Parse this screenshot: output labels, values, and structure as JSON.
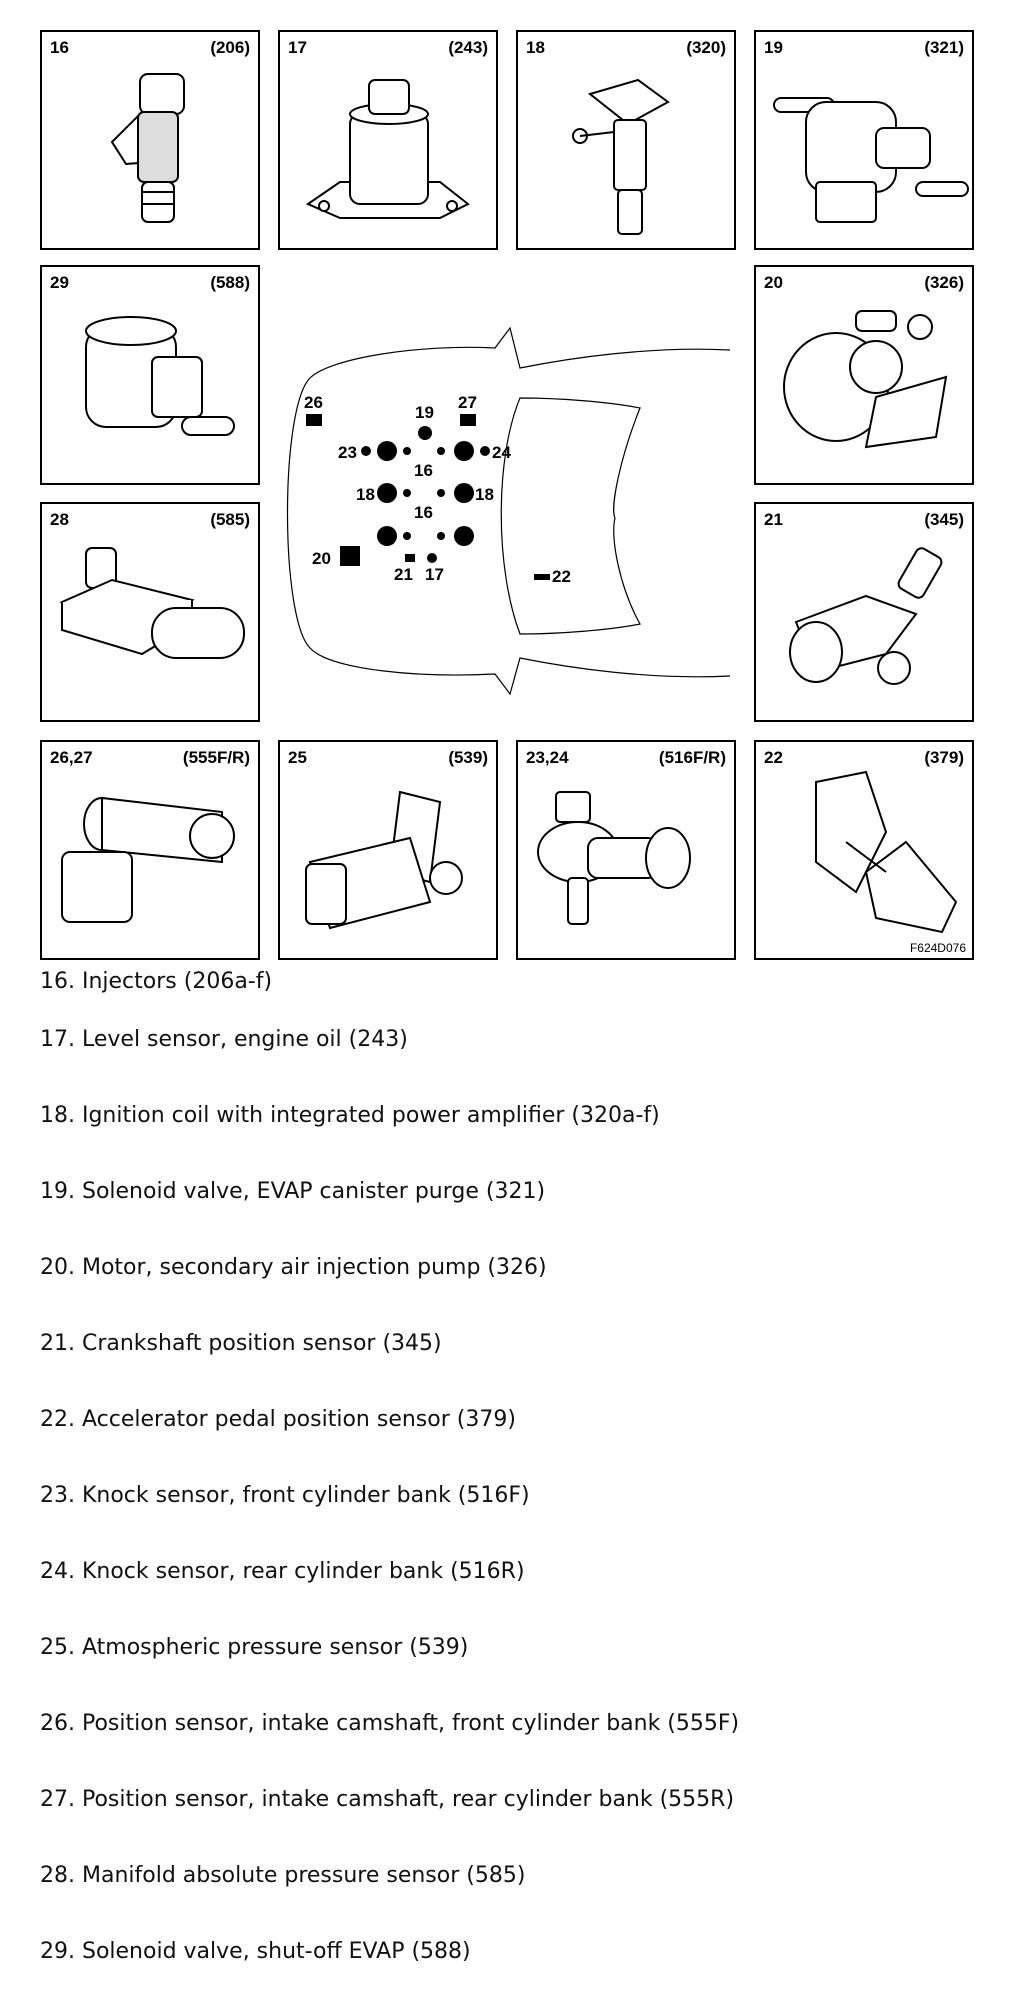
{
  "components": [
    {
      "id": "c16",
      "num": "16",
      "code": "(206)",
      "icon": "injector-icon"
    },
    {
      "id": "c17",
      "num": "17",
      "code": "(243)",
      "icon": "oil-level-sensor-icon"
    },
    {
      "id": "c18",
      "num": "18",
      "code": "(320)",
      "icon": "ignition-coil-icon"
    },
    {
      "id": "c19",
      "num": "19",
      "code": "(321)",
      "icon": "purge-valve-icon"
    },
    {
      "id": "c29",
      "num": "29",
      "code": "(588)",
      "icon": "shutoff-valve-icon"
    },
    {
      "id": "c20",
      "num": "20",
      "code": "(326)",
      "icon": "air-pump-icon"
    },
    {
      "id": "c28",
      "num": "28",
      "code": "(585)",
      "icon": "map-sensor-icon"
    },
    {
      "id": "c21",
      "num": "21",
      "code": "(345)",
      "icon": "crankshaft-sensor-icon"
    },
    {
      "id": "c26",
      "num": "26,27",
      "code": "(555F/R)",
      "icon": "camshaft-sensor-icon"
    },
    {
      "id": "c25",
      "num": "25",
      "code": "(539)",
      "icon": "pressure-sensor-icon"
    },
    {
      "id": "c23",
      "num": "23,24",
      "code": "(516F/R)",
      "icon": "knock-sensor-icon"
    },
    {
      "id": "c22",
      "num": "22",
      "code": "(379)",
      "icon": "accelerator-pedal-icon"
    }
  ],
  "figure_id": "F624D076",
  "diagram_labels": {
    "l26": "26",
    "l19": "19",
    "l27": "27",
    "l23": "23",
    "l24": "24",
    "l16a": "16",
    "l18a": "18",
    "l18b": "18",
    "l16b": "16",
    "l20": "20",
    "l21": "21",
    "l17": "17",
    "l22": "22"
  },
  "legend": [
    "16. Injectors (206a-f)",
    "17. Level sensor, engine oil (243)",
    "18. Ignition coil with integrated power amplifier (320a-f)",
    "19. Solenoid valve, EVAP canister purge (321)",
    "20. Motor, secondary air injection pump (326)",
    "21. Crankshaft position sensor (345)",
    "22. Accelerator pedal position sensor (379)",
    "23. Knock sensor, front cylinder bank (516F)",
    "24. Knock sensor, rear cylinder bank (516R)",
    "25. Atmospheric pressure sensor (539)",
    "26. Position sensor, intake camshaft, front cylinder bank (555F)",
    "27. Position sensor, intake camshaft, rear cylinder bank (555R)",
    "28. Manifold absolute pressure sensor (585)",
    "29. Solenoid valve, shut-off EVAP (588)"
  ]
}
